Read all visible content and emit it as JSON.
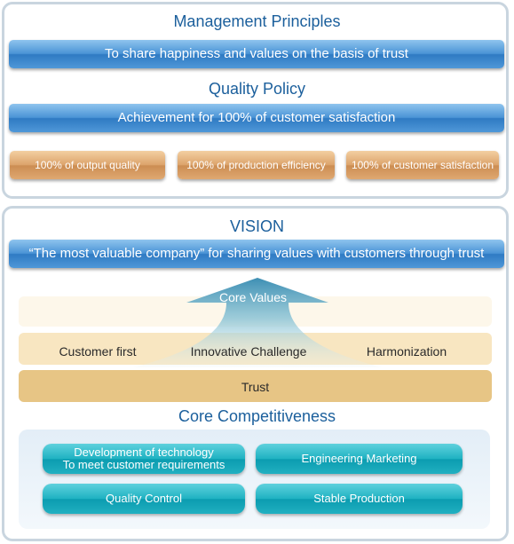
{
  "management": {
    "title": "Management Principles",
    "statement": "To share happiness and values on the basis of trust"
  },
  "quality": {
    "title": "Quality Policy",
    "statement": "Achievement for 100% of customer satisfaction",
    "items": [
      "100% of output quality",
      "100% of production efficiency",
      "100% of customer satisfaction"
    ]
  },
  "vision": {
    "title": "VISION",
    "statement": "“The most valuable company” for sharing values with customers  through trust"
  },
  "core_values": {
    "label": "Core Values",
    "items": [
      "Customer first",
      "Innovative Challenge",
      "Harmonization"
    ],
    "base": "Trust"
  },
  "core_competitiveness": {
    "title": "Core Competitiveness",
    "items": [
      {
        "line1": "Development of technology",
        "line2": "To meet customer requirements"
      },
      {
        "line1": "Engineering Marketing"
      },
      {
        "line1": "Quality Control"
      },
      {
        "line1": "Stable Production"
      }
    ]
  },
  "colors": {
    "title_blue": "#1b5f9c",
    "bar_blue": "#3f89cf",
    "bar_orange": "#d49a5f",
    "bar_teal": "#18aabb",
    "band_tan": "#e7c585"
  }
}
